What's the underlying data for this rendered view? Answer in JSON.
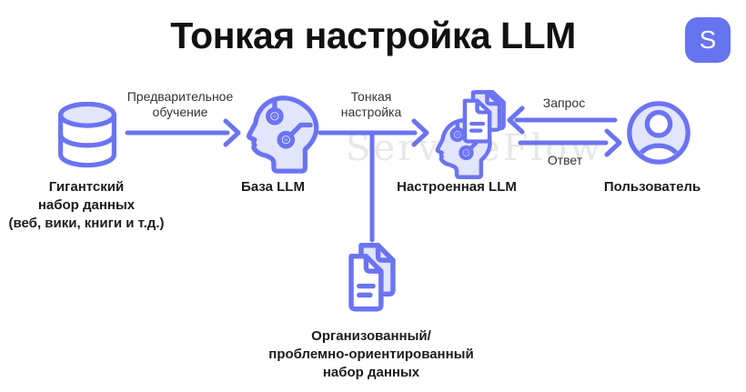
{
  "title": "Тонкая настройка LLM",
  "logo": {
    "letter": "S"
  },
  "watermark": "ServiceFlow",
  "colors": {
    "accent": "#6B74F1",
    "icon_fill": "#E3E5FB",
    "logo_bg": "#6674F0",
    "title_text": "#111111",
    "node_label_text": "#1C1C1C",
    "edge_label_text": "#333333",
    "watermark_text": "#E9E7E7"
  },
  "nodes": {
    "dataset": {
      "icon": "database-icon",
      "lines": [
        "Гигантский",
        "набор данных",
        "(веб, вики, книги и т.д.)"
      ]
    },
    "base_llm": {
      "icon": "brain-circuit-head-icon",
      "label": "База LLM"
    },
    "tuned_llm": {
      "icon": "head-with-documents-icon",
      "label": "Настроенная LLM"
    },
    "user": {
      "icon": "user-icon",
      "label": "Пользователь"
    },
    "tuning_dataset": {
      "icon": "documents-icon",
      "lines": [
        "Организованный/",
        "проблемно-ориентированный",
        "набор данных"
      ]
    }
  },
  "edges": {
    "pretraining": {
      "lines": [
        "Предварительное",
        "обучение"
      ]
    },
    "finetuning": {
      "lines": [
        "Тонкая",
        "настройка"
      ]
    },
    "request": {
      "label": "Запрос"
    },
    "response": {
      "label": "Ответ"
    }
  }
}
